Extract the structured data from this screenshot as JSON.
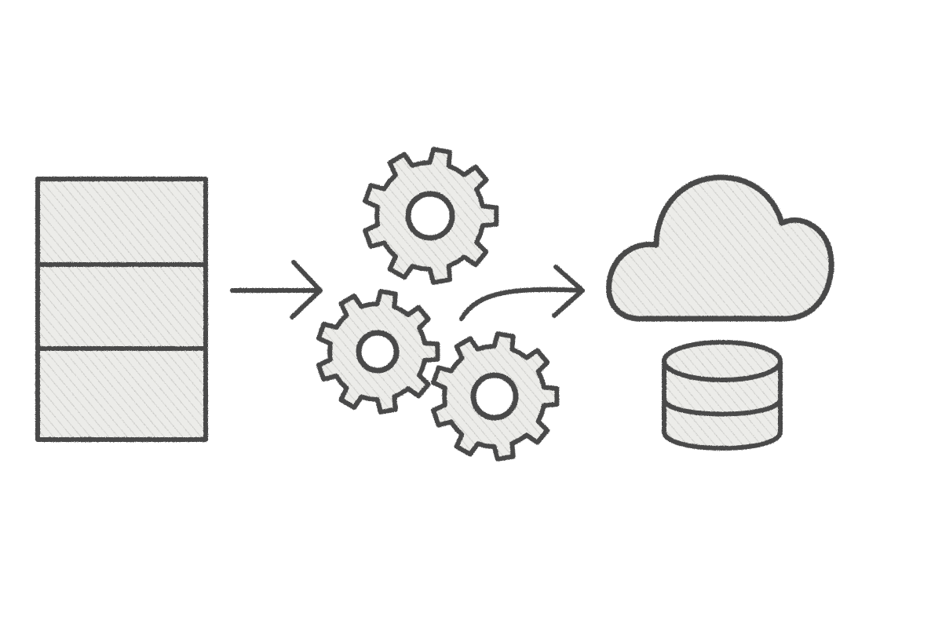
{
  "diagram": {
    "style": "pencil-sketch",
    "nodes": [
      {
        "id": "source-stack",
        "icon": "stacked-records-icon",
        "sections": 3
      },
      {
        "id": "processing",
        "icon": "gears-icon",
        "gear_count": 3
      },
      {
        "id": "destination-cloud",
        "icon": "cloud-icon"
      },
      {
        "id": "destination-database",
        "icon": "database-icon",
        "bands": 3
      }
    ],
    "edges": [
      {
        "from": "source-stack",
        "to": "processing",
        "icon": "arrow-right-icon"
      },
      {
        "from": "processing",
        "to": "destination-cloud",
        "icon": "curved-arrow-right-icon"
      }
    ],
    "colors": {
      "stroke": "#4a4a4a",
      "fill": "#ebebe9",
      "hatch": "#bdbdbb",
      "background": "#ffffff"
    }
  }
}
